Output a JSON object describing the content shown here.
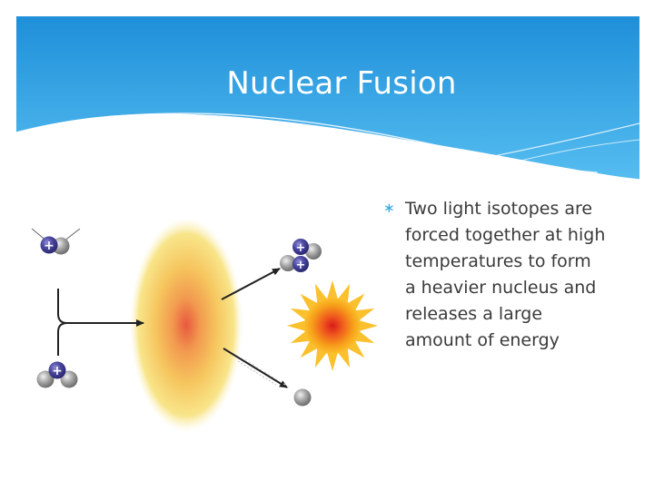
{
  "slide": {
    "title": "Nuclear Fusion",
    "bullets": [
      "Two light isotopes are forced together at high temperatures to form a heavier nucleus and releases a large amount of energy"
    ]
  },
  "colors": {
    "header_top": "#1f8fd9",
    "header_bottom": "#4cb5ec",
    "proton": "#3d3a8a",
    "neutron": "#8d8d8d",
    "star_outer": "#f7a21a",
    "star_core": "#e0221c",
    "glow": "#f6e06a"
  },
  "diagram": {
    "particles": [
      {
        "name": "deuterium",
        "protons": 1,
        "neutrons": 1
      },
      {
        "name": "tritium",
        "protons": 1,
        "neutrons": 2
      },
      {
        "name": "helium-nucleus",
        "protons": 2,
        "neutrons": 2
      },
      {
        "name": "neutron",
        "protons": 0,
        "neutrons": 1
      }
    ],
    "icons": [
      "fusion-glow",
      "energy-burst",
      "arrow"
    ]
  }
}
